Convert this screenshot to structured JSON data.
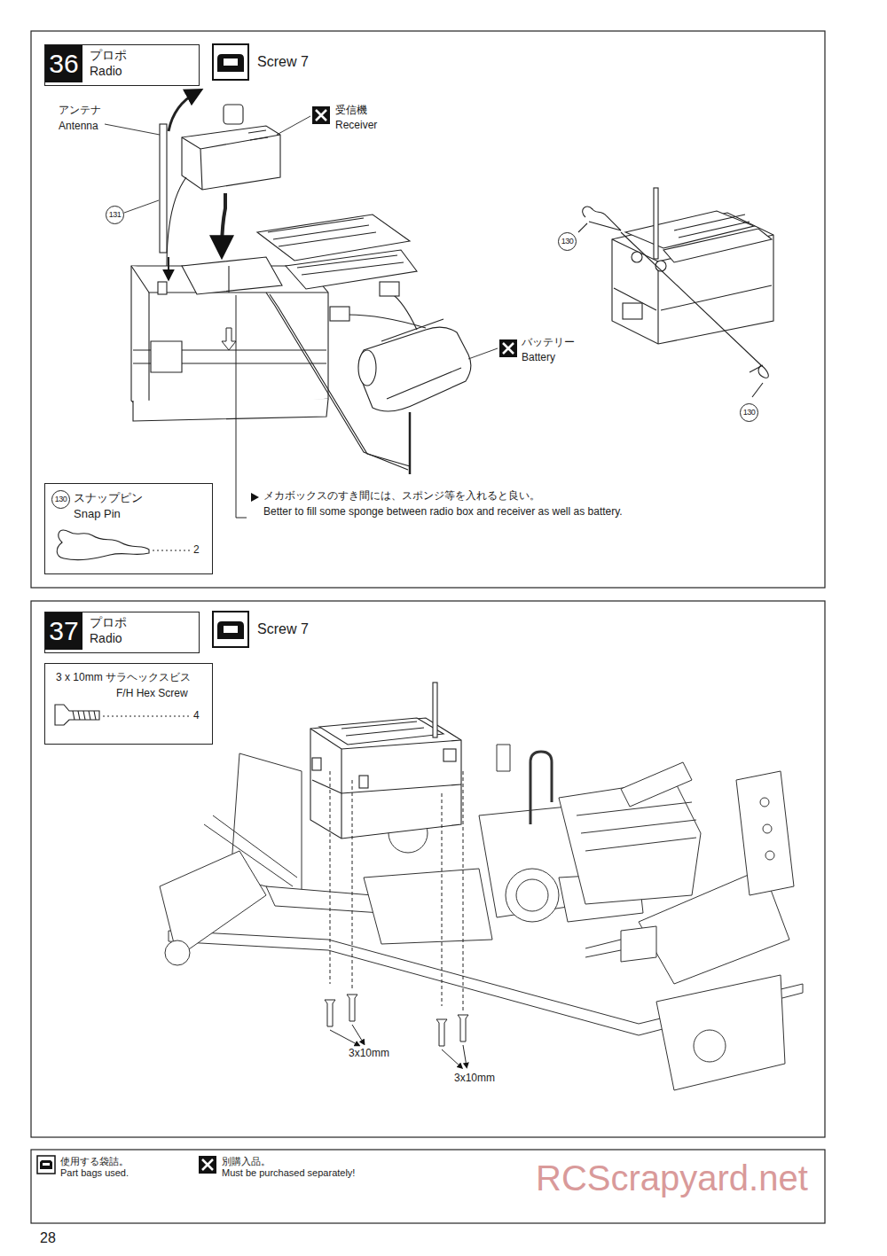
{
  "diagram": {
    "nodes": [
      {
        "text": [
          "36",
          "プロポ",
          "Radio"
        ]
      },
      {
        "text": [
          "Screw 7"
        ]
      },
      {
        "text": [
          "130",
          "スナップピン",
          "Snap Pin",
          "2"
        ]
      },
      {
        "text": [
          "37",
          "プロポ",
          "Radio"
        ]
      },
      {
        "text": [
          "Screw 7"
        ]
      },
      {
        "text": [
          "3 x 10mm サラヘックスビス",
          "F/H Hex Screw",
          "4"
        ]
      }
    ],
    "labels": [
      "アンテナ",
      "Antenna",
      "131",
      "受信機",
      "Receiver",
      "バッテリー",
      "Battery",
      "130",
      "130",
      "メカボックスのすき間には、スポンジ等を入れると良い。",
      "Better to fill some sponge between radio box and receiver as well as battery.",
      "3x10mm",
      "3x10mm",
      "28",
      "RCScrapyard.net"
    ],
    "legend": [
      {
        "text": "使用する袋詰。"
      },
      {
        "text": "Part bags used."
      },
      {
        "text": "別購入品。"
      },
      {
        "text": "Must be purchased separately!"
      }
    ]
  }
}
